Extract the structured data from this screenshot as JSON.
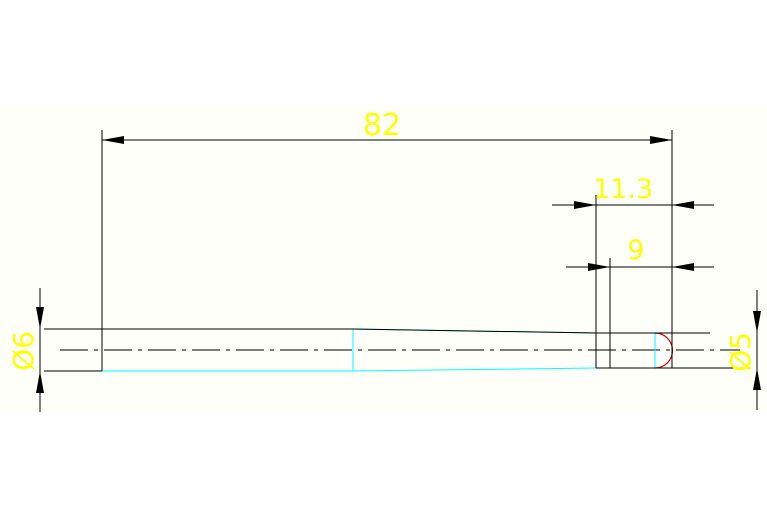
{
  "drawing": {
    "background": "#fefff9",
    "colors": {
      "line": "#000000",
      "part": "#00ffff",
      "dim_text": "#ffff00",
      "fillet": "#cc0000"
    },
    "dimensions": {
      "total_length": "82",
      "length_11_3": "11.3",
      "length_9": "9",
      "dia_left": "Ø6",
      "dia_right": "Ø5"
    }
  }
}
